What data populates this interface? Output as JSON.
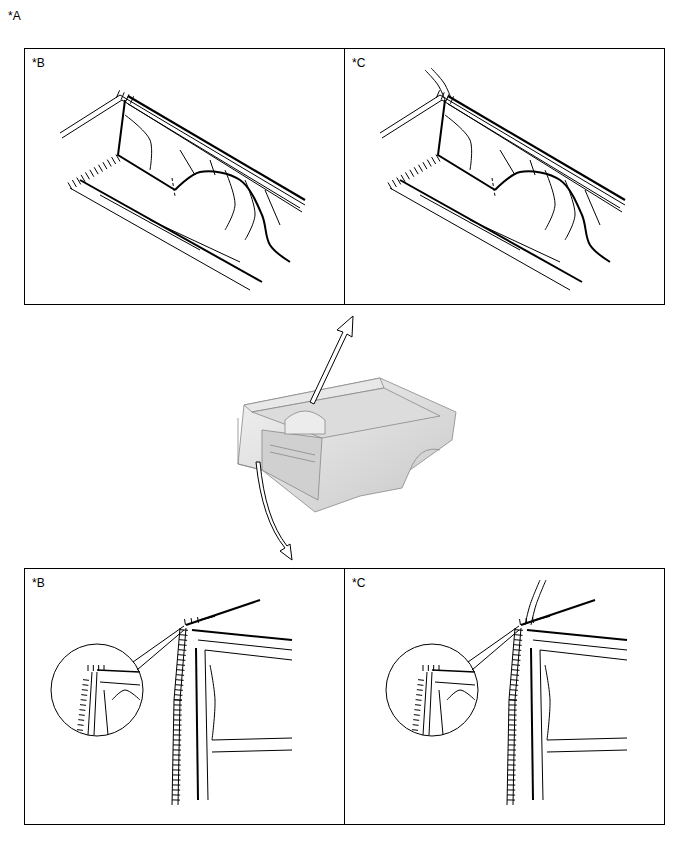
{
  "diagram": {
    "nodes": [
      {
        "text": [
          "*B"
        ]
      },
      {
        "text": [
          "*C"
        ]
      },
      {
        "text": [
          "*B"
        ]
      },
      {
        "text": [
          "*C"
        ]
      }
    ],
    "labels": [
      "*A"
    ]
  }
}
